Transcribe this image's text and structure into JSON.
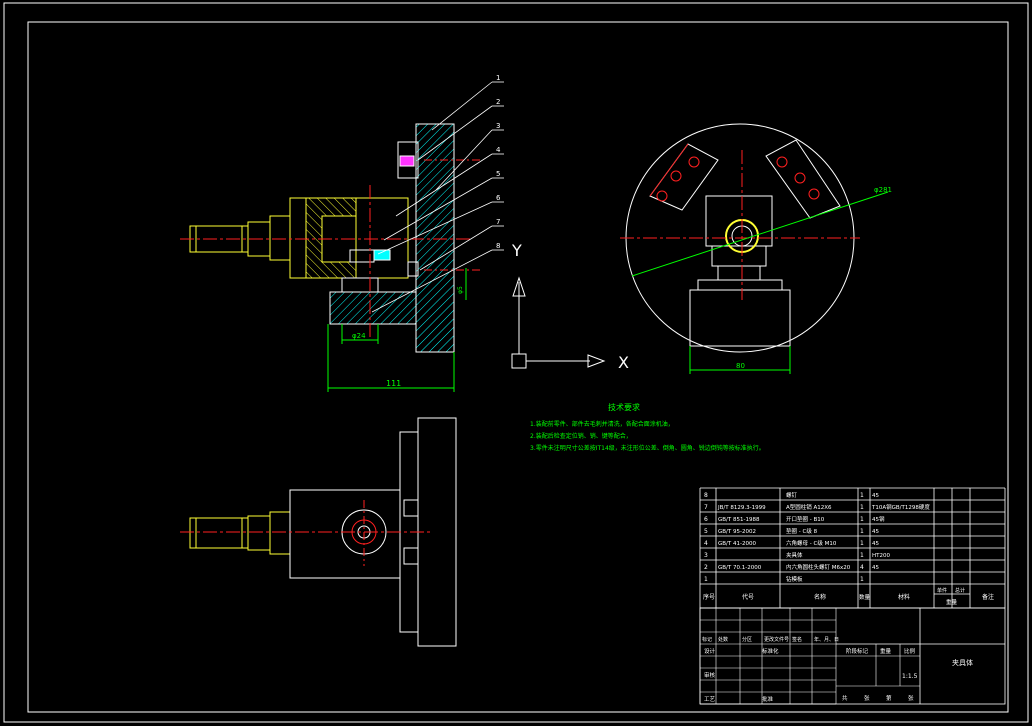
{
  "balloons": [
    "1",
    "2",
    "3",
    "4",
    "5",
    "6",
    "7",
    "8"
  ],
  "dims": {
    "overall_width": "111",
    "bore_dia": "φ24",
    "flange_offset": "φ5",
    "circle_dia": "φ281",
    "base_width": "80"
  },
  "axes": {
    "y": "Y",
    "x": "X"
  },
  "tech": {
    "title": "技术要求",
    "lines": [
      "1.装配前零件、部件去毛刺并清洗，各配合面涂机油，",
      "2.装配后检查定位销、销、键等配合，",
      "3.零件未注明尺寸公差按IT14级，未注形位公差、倒角、圆角、锐边倒钝等按标准执行。"
    ]
  },
  "bom": {
    "rows": [
      {
        "no": "8",
        "code": "",
        "name": "螺钉",
        "qty": "1",
        "mat": "45"
      },
      {
        "no": "7",
        "code": "JB/T 8129.3-1999",
        "name": "A型圆柱销 A12X6",
        "qty": "1",
        "mat": "T10A钢GB/T1298硬度"
      },
      {
        "no": "6",
        "code": "GB/T 851-1988",
        "name": "开口垫圈 - B10",
        "qty": "1",
        "mat": "45钢"
      },
      {
        "no": "5",
        "code": "GB/T 95-2002",
        "name": "垫圈 - C级 8",
        "qty": "1",
        "mat": "45"
      },
      {
        "no": "4",
        "code": "GB/T 41-2000",
        "name": "六角螺母 - C级 M10",
        "qty": "1",
        "mat": "45"
      },
      {
        "no": "3",
        "code": "",
        "name": "夹具体",
        "qty": "1",
        "mat": "HT200"
      },
      {
        "no": "2",
        "code": "GB/T 70.1-2000",
        "name": "内六角圆柱头螺钉 M6x20",
        "qty": "4",
        "mat": "45"
      },
      {
        "no": "1",
        "code": "",
        "name": "钻模板",
        "qty": "1",
        "mat": ""
      }
    ],
    "header": {
      "no": "序号",
      "code": "代号",
      "name": "名称",
      "qty": "数量",
      "mat": "材料",
      "single": "单件",
      "total": "总计",
      "weight": "重量",
      "remark": "备注"
    }
  },
  "title_block": {
    "drawing_name": "夹具体",
    "scale": "1:1.5",
    "row_labels": [
      "标记",
      "处数",
      "分区",
      "更改文件号",
      "签名",
      "年、月、日"
    ],
    "design": "设计",
    "standard": "标准化",
    "review": "审核",
    "process": "工艺",
    "approve": "批准",
    "stage": "阶段标记",
    "weight": "重量",
    "ratio": "比例",
    "sheets": [
      "共",
      "张",
      "第",
      "张"
    ]
  },
  "colors": {
    "line": "#ffffff",
    "dim": "#00ff00",
    "hatch": "#00ffff",
    "center": "#ff2020",
    "yellow": "#ffff33",
    "magenta": "#ff33ff"
  }
}
